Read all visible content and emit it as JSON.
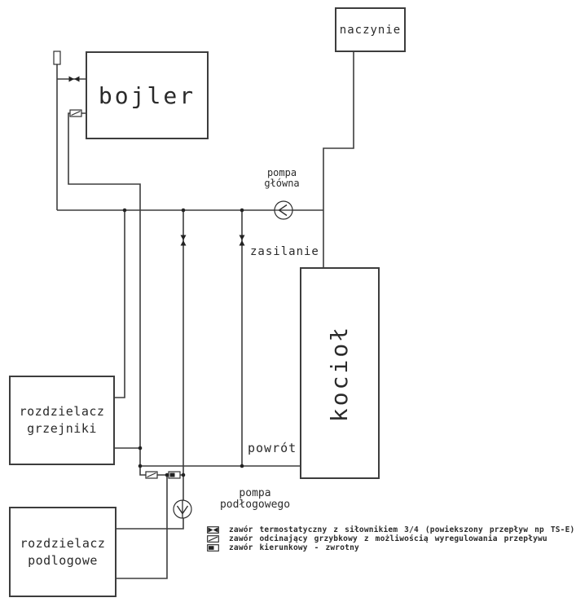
{
  "boxes": {
    "bojler": {
      "label": "bojler"
    },
    "naczynie": {
      "label": "naczynie"
    },
    "kociol": {
      "label": "kocioł"
    },
    "rozdzielacz_grzejniki": {
      "line1": "rozdzielacz",
      "line2": "grzejniki"
    },
    "rozdzielacz_podlogowe": {
      "line1": "rozdzielacz",
      "line2": "podlogowe"
    }
  },
  "labels": {
    "pompa_glowna": {
      "line1": "pompa",
      "line2": "główna"
    },
    "zasilanie": "zasilanie",
    "powrot": "powrót",
    "pompa_podlogowego": {
      "line1": "pompa",
      "line2": "podłogowego"
    }
  },
  "legend": {
    "items": [
      {
        "icon": "thermostatic-valve-icon",
        "text": "zawór termostatyczny z siłownikiem 3/4 (powiekszony przepływ np TS-E)"
      },
      {
        "icon": "shutoff-valve-icon",
        "text": "zawór odcinający grzybkowy z możliwością wyregulowania przepływu"
      },
      {
        "icon": "check-valve-icon",
        "text": "zawór kierunkowy - zwrotny"
      }
    ]
  },
  "colors": {
    "line": "#3d3d3d",
    "text": "#2a2a2a",
    "background": "#ffffff"
  }
}
